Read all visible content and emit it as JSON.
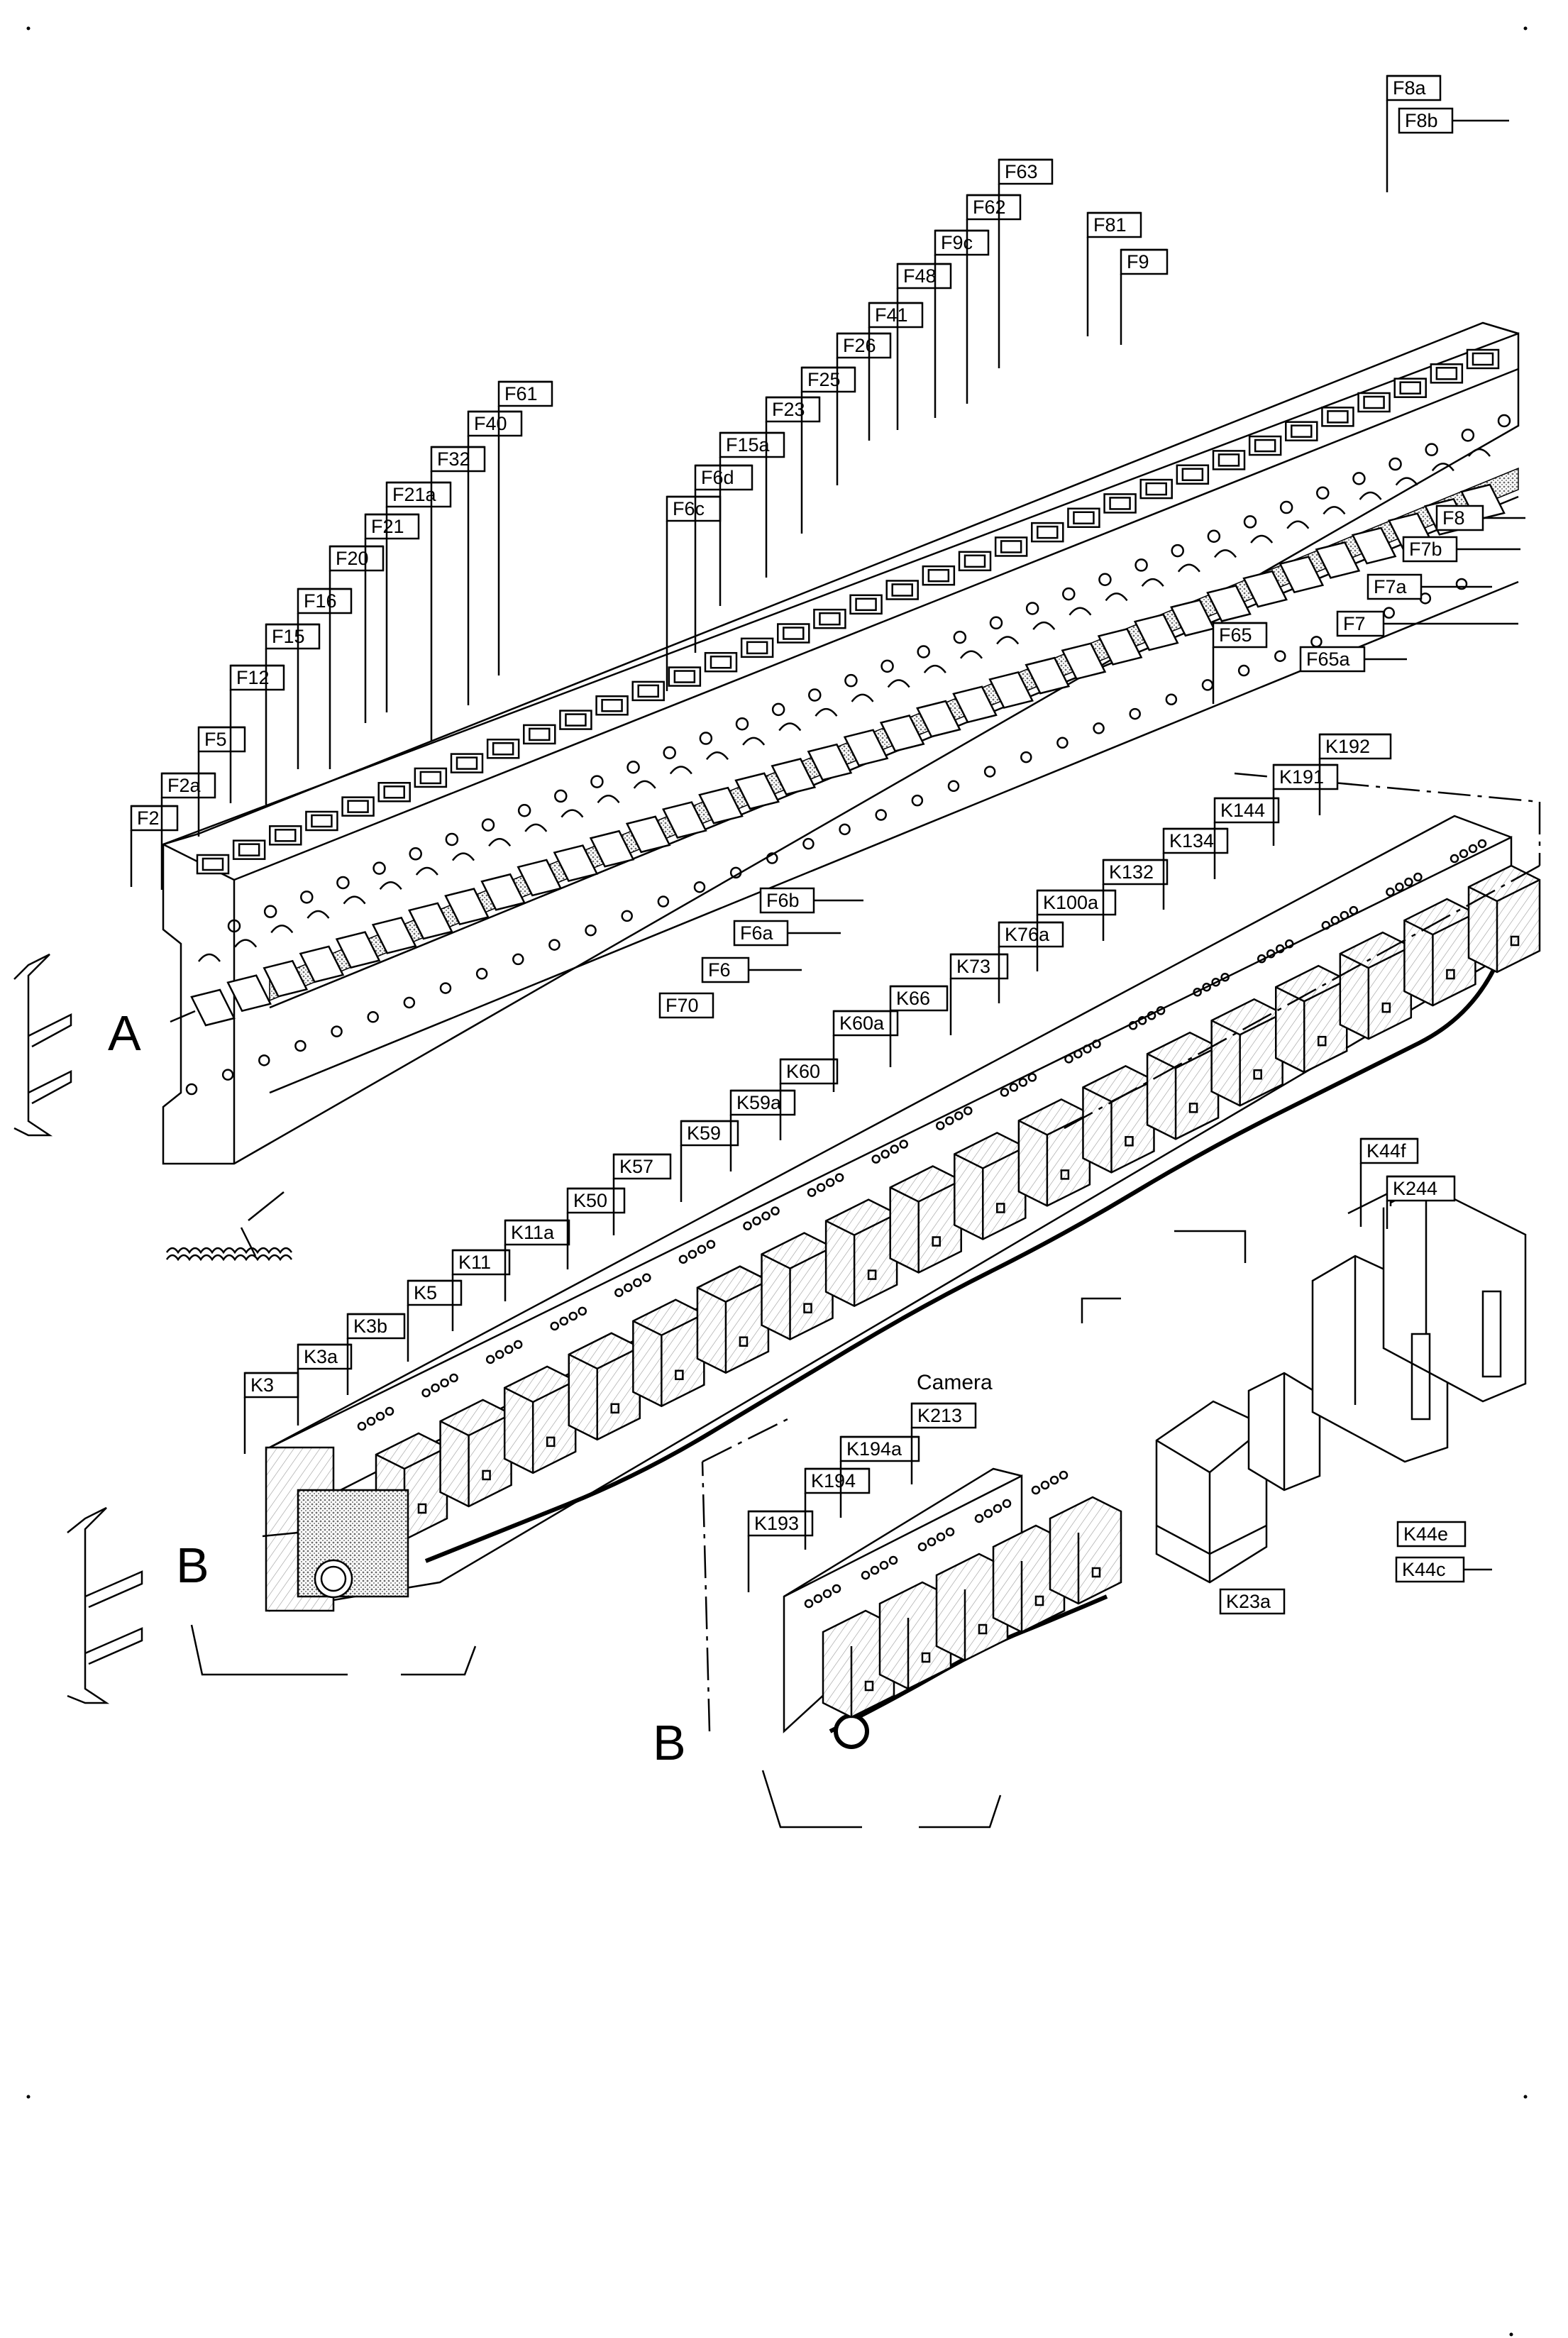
{
  "section_labels": {
    "fuse_rail": "A",
    "relay_rail": "B",
    "relay_rail_detail": "B"
  },
  "camera_label": "Camera",
  "fuses": [
    "F2",
    "F2a",
    "F5",
    "F12",
    "F15",
    "F16",
    "F20",
    "F21",
    "F21a",
    "F32",
    "F40",
    "F61",
    "F6c",
    "F6d",
    "F15a",
    "F23",
    "F25",
    "F26",
    "F41",
    "F48",
    "F9c",
    "F62",
    "F63",
    "F81",
    "F9",
    "F8a",
    "F8b",
    "F8",
    "F7b",
    "F7a",
    "F7",
    "F65",
    "F65a",
    "F6b",
    "F6a",
    "F6",
    "F70"
  ],
  "relays_main": [
    "K3",
    "K3a",
    "K3b",
    "K5",
    "K11",
    "K11a",
    "K50",
    "K57",
    "K59",
    "K59a",
    "K60",
    "K60a",
    "K66",
    "K73",
    "K76a",
    "K100a",
    "K132",
    "K134",
    "K144",
    "K191",
    "K192"
  ],
  "relays_camera": [
    "K193",
    "K194",
    "K194a",
    "K213"
  ],
  "relays_other": [
    "K44f",
    "K244",
    "K44e",
    "K44c",
    "K23a"
  ],
  "colors": {
    "line": "#000000",
    "fill": "#ffffff",
    "shade": "#bdbdbd"
  }
}
